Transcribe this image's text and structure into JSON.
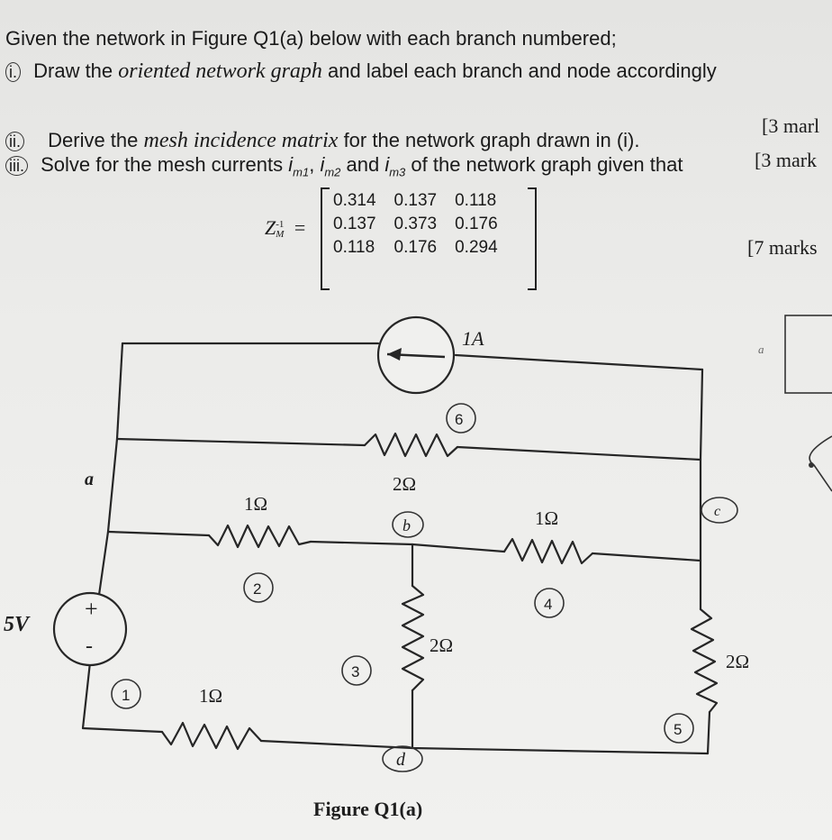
{
  "question": {
    "intro": "Given the network in Figure Q1(a) below with each branch numbered;",
    "part1": {
      "numeral": "i.",
      "text_a": "Draw the ",
      "text_b": "oriented network graph",
      "text_c": " and label each branch and node accordingly"
    },
    "mark1": "[3 marl",
    "part2": {
      "numeral": "ii.",
      "text_a": "Derive the ",
      "text_b": "mesh incidence matrix",
      "text_c": " for the network graph drawn in (i).",
      "mark": "[3 mark"
    },
    "part3": {
      "numeral": "iii.",
      "text_a": "Solve for the mesh currents ",
      "i1": "i",
      "i1_sub": "m1",
      "sep1": ", ",
      "i2": "i",
      "i2_sub": "m2",
      "sep2": " and ",
      "i3": "i",
      "i3_sub": "m3",
      "text_b": " of the network graph given that"
    },
    "matrix": {
      "lhs_symbol": "Z",
      "lhs_sup": "-1",
      "lhs_sub": "M",
      "equals": "=",
      "rows": [
        [
          "0.314",
          "0.137",
          "0.118"
        ],
        [
          "0.137",
          "0.373",
          "0.176"
        ],
        [
          "0.118",
          "0.176",
          "0.294"
        ]
      ]
    },
    "mark3": "[7 marks"
  },
  "figure": {
    "caption": "Figure Q1(a)",
    "source_label": "1A",
    "voltage_label": "5V",
    "plus": "+",
    "minus": "-",
    "resistors": {
      "r6": "2Ω",
      "r2": "1Ω",
      "r4": "1Ω",
      "r3": "2Ω",
      "r5": "2Ω",
      "r1": "1Ω"
    },
    "branches": [
      "1",
      "2",
      "3",
      "4",
      "5",
      "6"
    ],
    "nodes": {
      "a": "a",
      "b": "b",
      "c": "c",
      "d": "d"
    },
    "margin_note": "a"
  }
}
